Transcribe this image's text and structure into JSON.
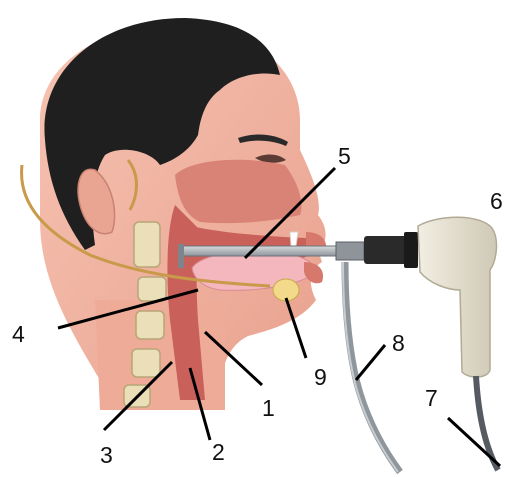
{
  "diagram": {
    "callouts": [
      {
        "id": "1",
        "label": "1"
      },
      {
        "id": "2",
        "label": "2"
      },
      {
        "id": "3",
        "label": "3"
      },
      {
        "id": "4",
        "label": "4"
      },
      {
        "id": "5",
        "label": "5"
      },
      {
        "id": "6",
        "label": "6"
      },
      {
        "id": "7",
        "label": "7"
      },
      {
        "id": "8",
        "label": "8"
      },
      {
        "id": "9",
        "label": "9"
      }
    ],
    "colors": {
      "skin": "#f2b6a4",
      "skin_shade": "#e39a87",
      "hair": "#1f1f1f",
      "oral_cavity": "#c9605a",
      "tongue": "#f3b7bd",
      "bone": "#eadfb9",
      "scope_metal": "#9aa0a6",
      "handle": "#e7e2d4",
      "cable": "#555b60",
      "leader_line": "#000000"
    }
  }
}
